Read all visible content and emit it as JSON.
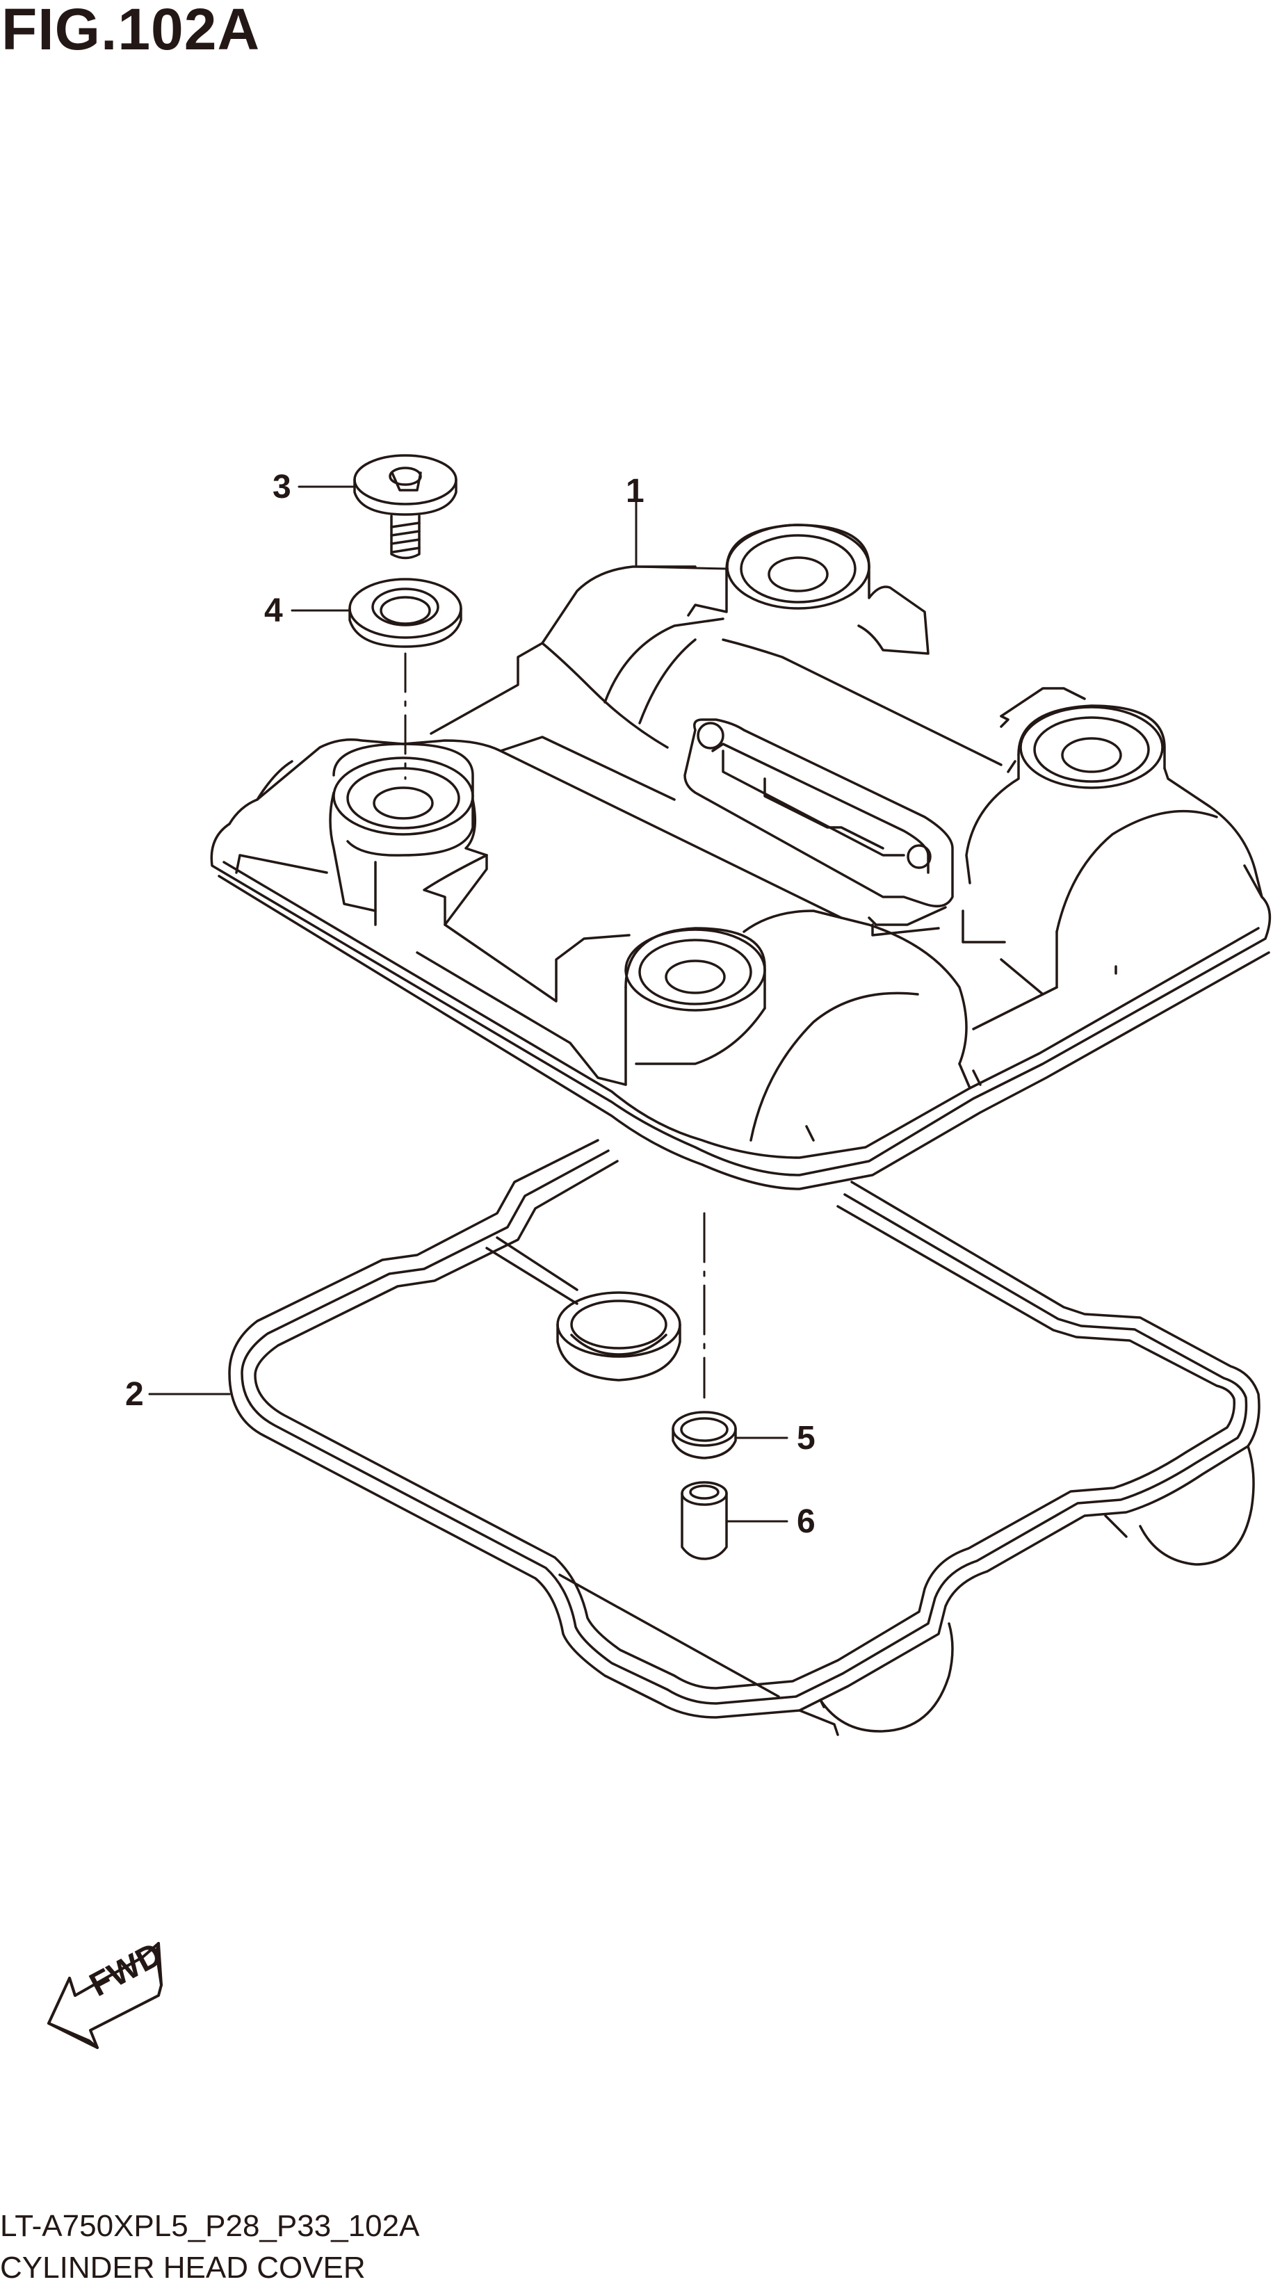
{
  "figure": {
    "title": "FIG.102A"
  },
  "callouts": [
    {
      "id": "1",
      "label": "1"
    },
    {
      "id": "2",
      "label": "2"
    },
    {
      "id": "3",
      "label": "3"
    },
    {
      "id": "4",
      "label": "4"
    },
    {
      "id": "5",
      "label": "5"
    },
    {
      "id": "6",
      "label": "6"
    }
  ],
  "direction_arrow": {
    "label": "FWD"
  },
  "footer": {
    "code": "LT-A750XPL5_P28_P33_102A",
    "name": "CYLINDER HEAD COVER"
  },
  "colors": {
    "ink": "#231815",
    "paper": "#ffffff"
  }
}
